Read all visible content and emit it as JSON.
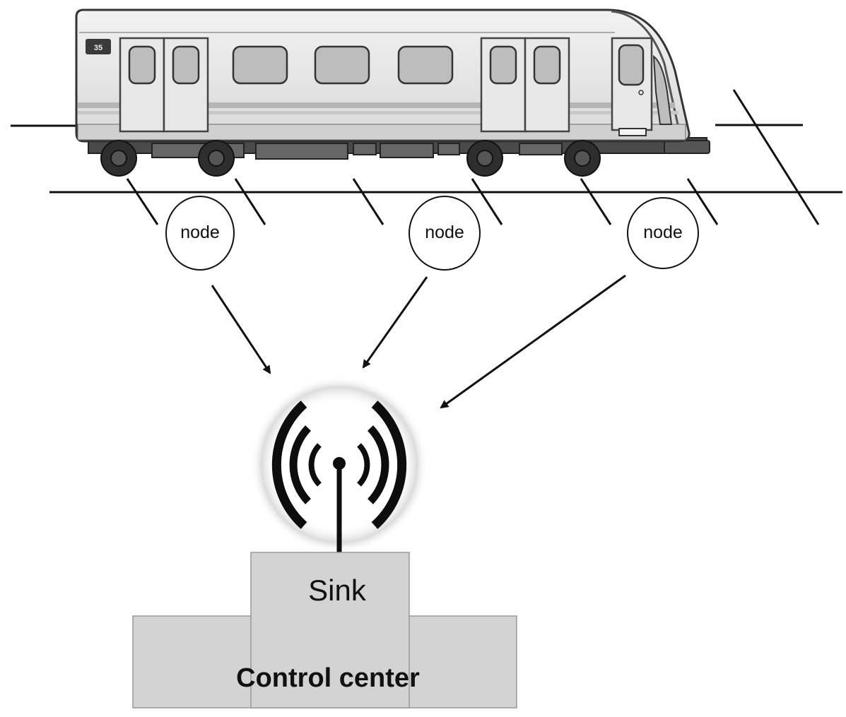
{
  "diagram": {
    "train": {
      "car_number": "35"
    },
    "nodes": [
      {
        "label": "node"
      },
      {
        "label": "node"
      },
      {
        "label": "node"
      }
    ],
    "sink": {
      "label": "Sink"
    },
    "control_center": {
      "label": "Control center"
    },
    "colors": {
      "train_body": "#e6e6e6",
      "window": "#bdbdbd",
      "outline": "#333333",
      "box": "#d5d5d5"
    }
  }
}
